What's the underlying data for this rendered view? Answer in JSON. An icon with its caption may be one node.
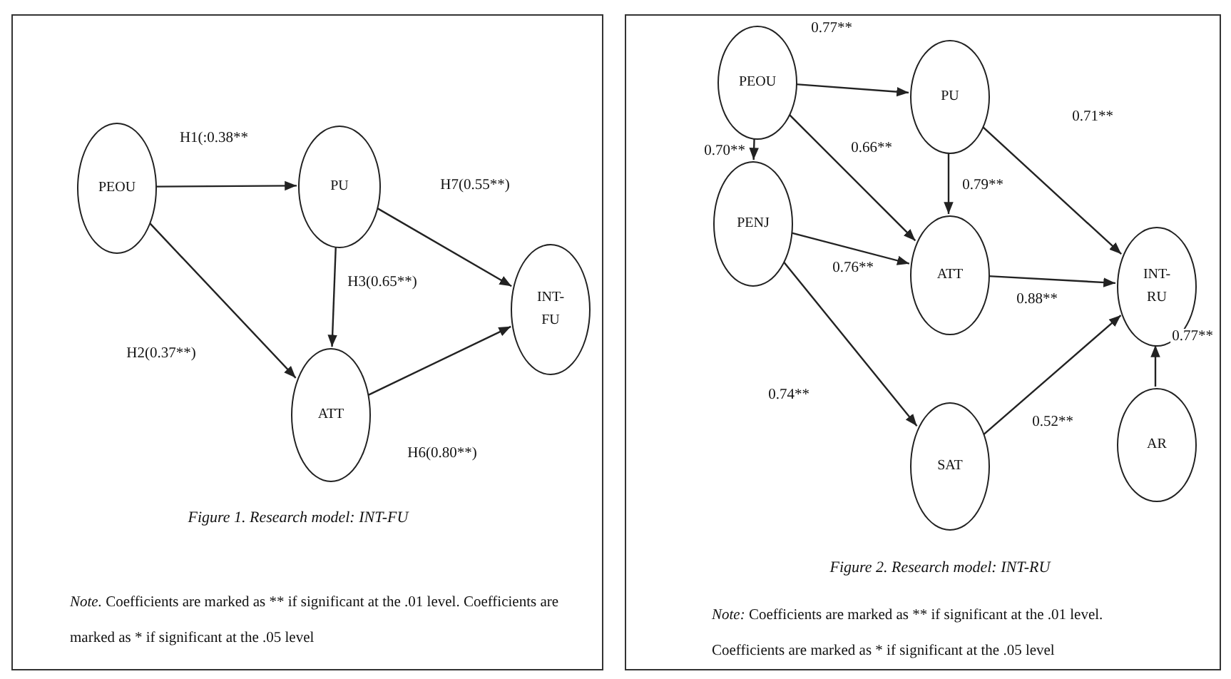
{
  "diagram": {
    "nodes": [
      {
        "text": [
          "Figure 1. Research model: INT-FU",
          "Note. Coefficients are marked as ** if significant at the .01 level. Coefficients are marked as * if significant at the .05 level"
        ]
      },
      {
        "text": [
          "PEOU"
        ],
        "in": 0
      },
      {
        "text": [
          "PU"
        ],
        "in": 0
      },
      {
        "text": [
          "INT- FU"
        ],
        "in": 0
      },
      {
        "text": [
          "ATT"
        ],
        "in": 0
      },
      {
        "text": [
          "Figure 2. Research model: INT-RU",
          "Note: Coefficients are marked as ** if significant at the .01 level. Coefficients are marked as * if significant at the .05 level"
        ]
      },
      {
        "text": [
          "PEOU"
        ],
        "in": 5
      },
      {
        "text": [
          "PU"
        ],
        "in": 5
      },
      {
        "text": [
          "PENJ"
        ],
        "in": 5
      },
      {
        "text": [
          "ATT"
        ],
        "in": 5
      },
      {
        "text": [
          "INT- RU"
        ],
        "in": 5
      },
      {
        "text": [
          "SAT"
        ],
        "in": 5
      },
      {
        "text": [
          "AR"
        ],
        "in": 5
      }
    ],
    "edges": [
      {
        "from": 1,
        "to": 2,
        "arrow": "to",
        "label": "H1(:0.38**"
      },
      {
        "from": 1,
        "to": 4,
        "arrow": "to",
        "label": "H2(0.37**)"
      },
      {
        "from": 2,
        "to": 4,
        "arrow": "to",
        "label": "H3(0.65**)"
      },
      {
        "from": 2,
        "to": 3,
        "arrow": "to",
        "label": "H7(0.55**)"
      },
      {
        "from": 4,
        "to": 3,
        "arrow": "to",
        "label": "H6(0.80**)"
      },
      {
        "from": 6,
        "to": 7,
        "arrow": "to",
        "label": "0.77**"
      },
      {
        "from": 6,
        "to": 8,
        "arrow": "to",
        "label": "0.70**"
      },
      {
        "from": 6,
        "to": 9,
        "arrow": "to",
        "label": "0.66**"
      },
      {
        "from": 7,
        "to": 9,
        "arrow": "to",
        "label": "0.79**"
      },
      {
        "from": 7,
        "to": 10,
        "arrow": "to",
        "label": "0.71**"
      },
      {
        "from": 8,
        "to": 9,
        "arrow": "to",
        "label": "0.76**"
      },
      {
        "from": 9,
        "to": 10,
        "arrow": "to",
        "label": "0.88**"
      },
      {
        "from": 8,
        "to": 11,
        "arrow": "to",
        "label": "0.74**"
      },
      {
        "from": 11,
        "to": 10,
        "arrow": "to",
        "label": "0.52**"
      },
      {
        "from": 12,
        "to": 10,
        "arrow": "to",
        "label": "0.77**"
      }
    ]
  }
}
